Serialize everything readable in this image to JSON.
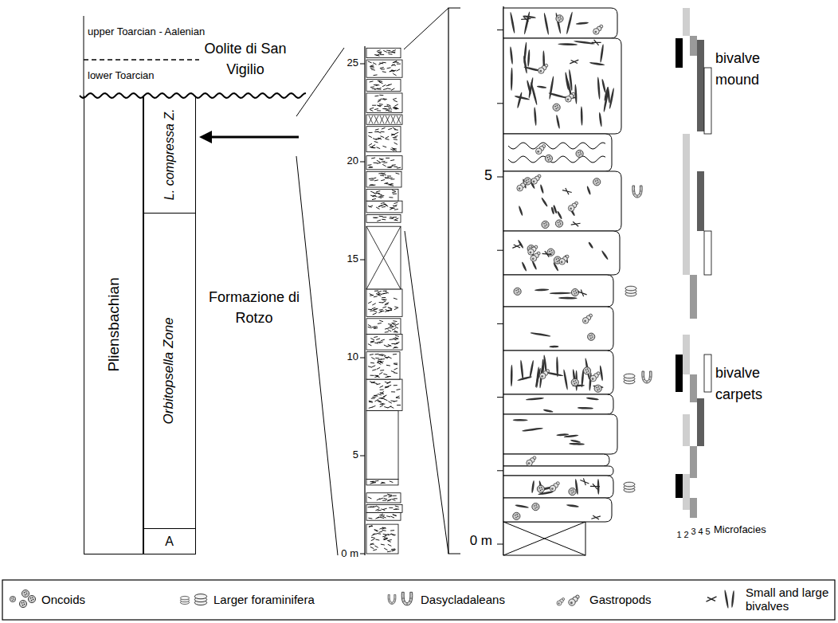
{
  "diagram": {
    "nodes": [
      {
        "text": [
          "Pliensbachian"
        ]
      },
      {
        "text": [
          "L. compressa Z."
        ]
      },
      {
        "text": [
          "Orbitopsella Zone"
        ]
      },
      {
        "text": [
          "A"
        ]
      }
    ],
    "labels": [
      "upper Toarcian - Aalenian",
      "lower Toarcian",
      "Oolite di San Vigilio",
      "Formazione di Rotzo",
      "25",
      "20",
      "15",
      "10",
      "5",
      "0 m",
      "5",
      "0 m",
      "bivalve mound",
      "bivalve carpets",
      "1",
      "2",
      "3",
      "4",
      "5",
      "Microfacies"
    ],
    "legend": [
      {
        "text": "Oncoids"
      },
      {
        "text": "Larger foraminifera"
      },
      {
        "text": "Dasycladaleans"
      },
      {
        "text": "Gastropods"
      },
      {
        "text": "Small and large bivalves"
      }
    ]
  }
}
